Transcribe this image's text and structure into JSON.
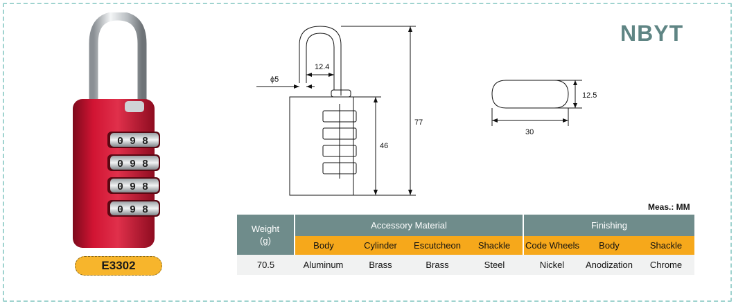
{
  "brand": "NBYT",
  "product": {
    "model": "E3302",
    "digits": [
      "0",
      "9",
      "8"
    ]
  },
  "drawing": {
    "shackle_inner_width": "12.4",
    "shackle_diameter": "ϕ5",
    "overall_height": "77",
    "body_height": "46",
    "shackle_section_width": "30",
    "shackle_section_height": "12.5"
  },
  "meas_note": "Meas.: MM",
  "table": {
    "weight_header": "Weight",
    "weight_unit": "(g)",
    "group_accessory": "Accessory Material",
    "group_finishing": "Finishing",
    "columns": [
      "Body",
      "Cylinder",
      "Escutcheon",
      "Shackle",
      "Code Wheels",
      "Body",
      "Shackle"
    ],
    "weight_value": "70.5",
    "values": [
      "Aluminum",
      "Brass",
      "Brass",
      "Steel",
      "Nickel",
      "Anodization",
      "Chrome"
    ]
  },
  "colors": {
    "header_bg": "#6f8c8b",
    "subheader_bg": "#f6a81b",
    "lock_body": "#c8102e",
    "badge": "#f7b52c",
    "brand": "#5f8584"
  }
}
